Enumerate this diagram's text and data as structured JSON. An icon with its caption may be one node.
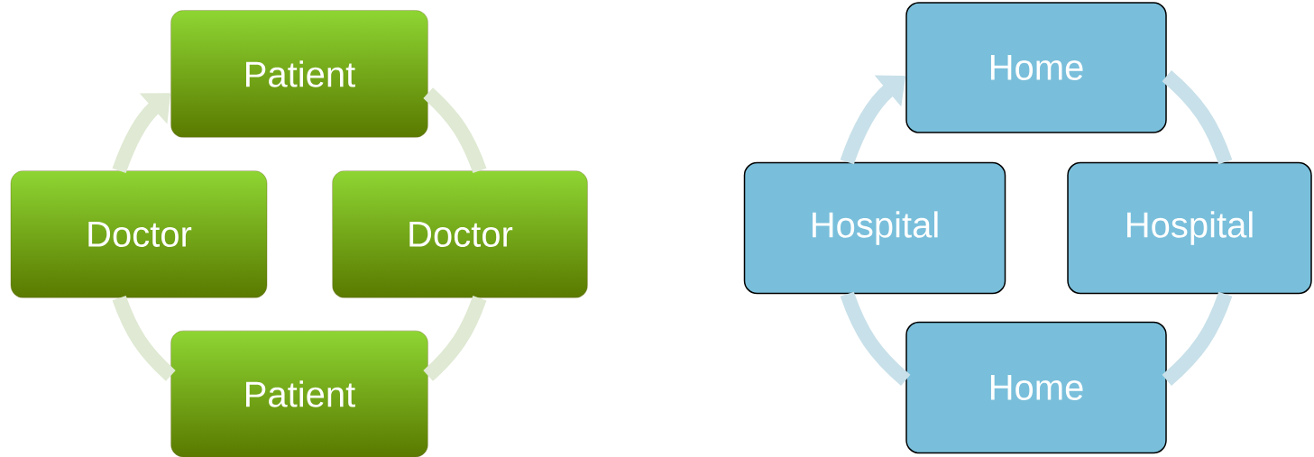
{
  "diagram": {
    "nodes": [
      {
        "text": [
          "Patient"
        ]
      },
      {
        "text": [
          "Doctor"
        ]
      },
      {
        "text": [
          "Doctor"
        ]
      },
      {
        "text": [
          "Patient"
        ]
      },
      {
        "text": [
          "Home"
        ]
      },
      {
        "text": [
          "Hospital"
        ]
      },
      {
        "text": [
          "Hospital"
        ]
      },
      {
        "text": [
          "Home"
        ]
      }
    ],
    "edges": [
      {
        "from": 0,
        "to": 2,
        "arrow": "none",
        "color": "#dfe9d3"
      },
      {
        "from": 2,
        "to": 3,
        "arrow": "none",
        "color": "#dfe9d3"
      },
      {
        "from": 3,
        "to": 1,
        "arrow": "none",
        "color": "#dfe9d3"
      },
      {
        "from": 1,
        "to": 0,
        "arrow": "to",
        "color": "#dfe9d3"
      },
      {
        "from": 4,
        "to": 6,
        "arrow": "none",
        "color": "#c8e0e9"
      },
      {
        "from": 6,
        "to": 7,
        "arrow": "none",
        "color": "#c8e0e9"
      },
      {
        "from": 7,
        "to": 5,
        "arrow": "none",
        "color": "#c8e0e9"
      },
      {
        "from": 5,
        "to": 4,
        "arrow": "to",
        "color": "#c8e0e9"
      }
    ]
  }
}
